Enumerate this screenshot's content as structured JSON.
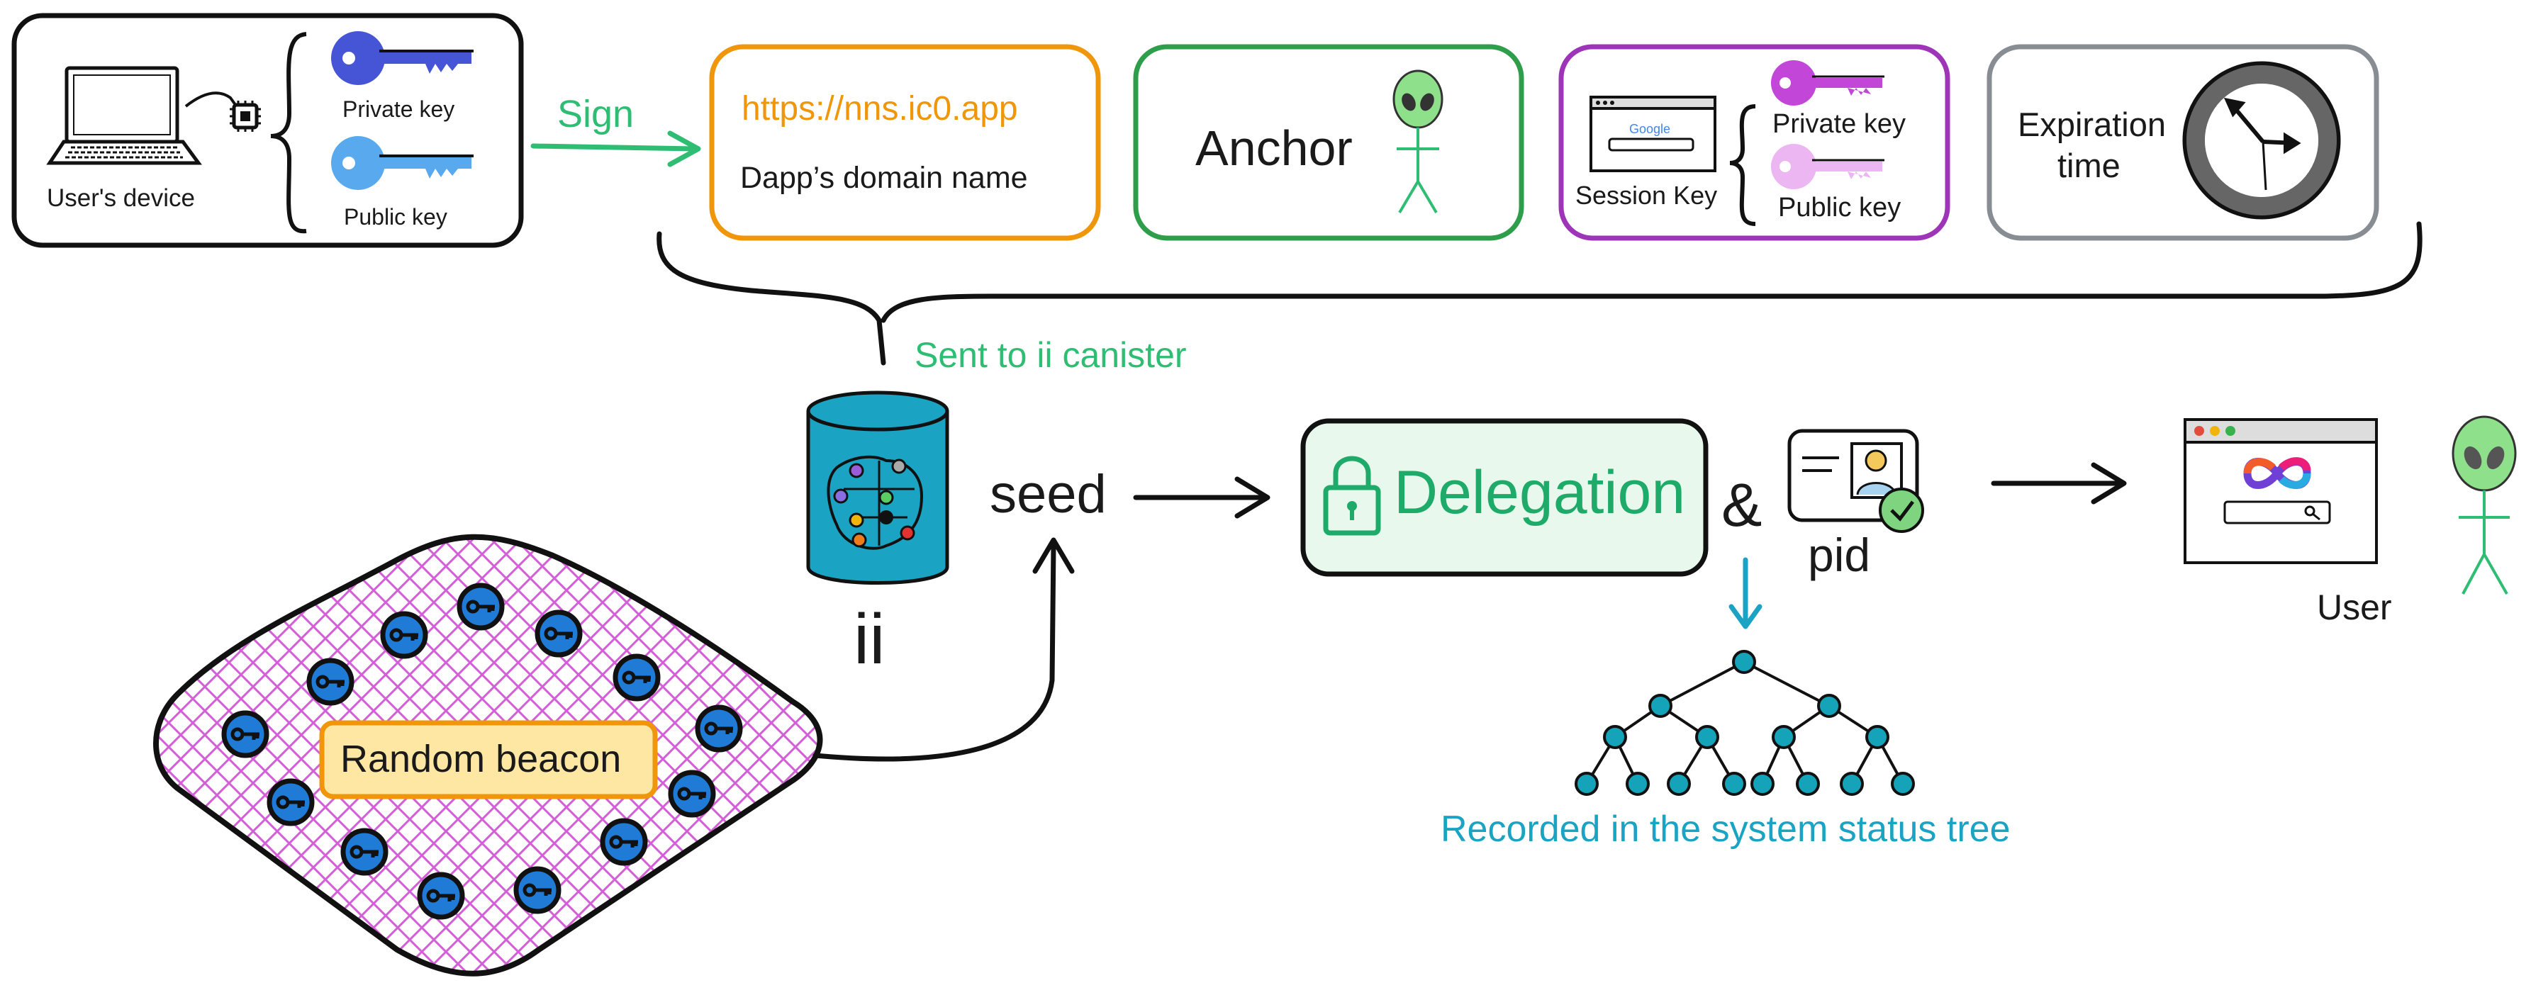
{
  "device": {
    "label": "User's device",
    "private_key": "Private key",
    "public_key": "Public key"
  },
  "sign": {
    "label": "Sign"
  },
  "domain_box": {
    "url": "https://nns.ic0.app",
    "caption": "Dapp’s domain name"
  },
  "anchor_box": {
    "label": "Anchor"
  },
  "session_box": {
    "label": "Session Key",
    "private_key": "Private key",
    "public_key": "Public key",
    "browser_brand": "Google"
  },
  "expiration_box": {
    "line1": "Expiration",
    "line2": "time"
  },
  "sent_to": {
    "label": "Sent to ii canister"
  },
  "ii": {
    "label": "ii"
  },
  "seed": {
    "label": "seed"
  },
  "delegation": {
    "label": "Delegation"
  },
  "ampersand": {
    "label": "&"
  },
  "pid": {
    "label": "pid"
  },
  "tree": {
    "caption": "Recorded in the system status tree"
  },
  "user": {
    "label": "User"
  },
  "beacon": {
    "label": "Random beacon"
  },
  "colors": {
    "sign_green": "#2ebd72",
    "orange": "#f0960a",
    "anchor_green": "#2e9e4a",
    "purple": "#9e34b8",
    "grey": "#888d94",
    "teal": "#1aa3c2",
    "key_blue": "#1f7bd6",
    "delegation_fill": "#e8f8ec",
    "delegation_text": "#1eab6a",
    "beacon_fill": "#fde7a3",
    "beacon_hatch": "#d45ed8"
  },
  "icons": [
    "laptop-icon",
    "chip-icon",
    "private-key-icon",
    "public-key-icon",
    "alien-icon",
    "browser-icon",
    "clock-icon",
    "database-icon",
    "lock-icon",
    "id-card-icon",
    "check-icon",
    "tree-icon",
    "infinity-logo-icon",
    "search-icon"
  ]
}
